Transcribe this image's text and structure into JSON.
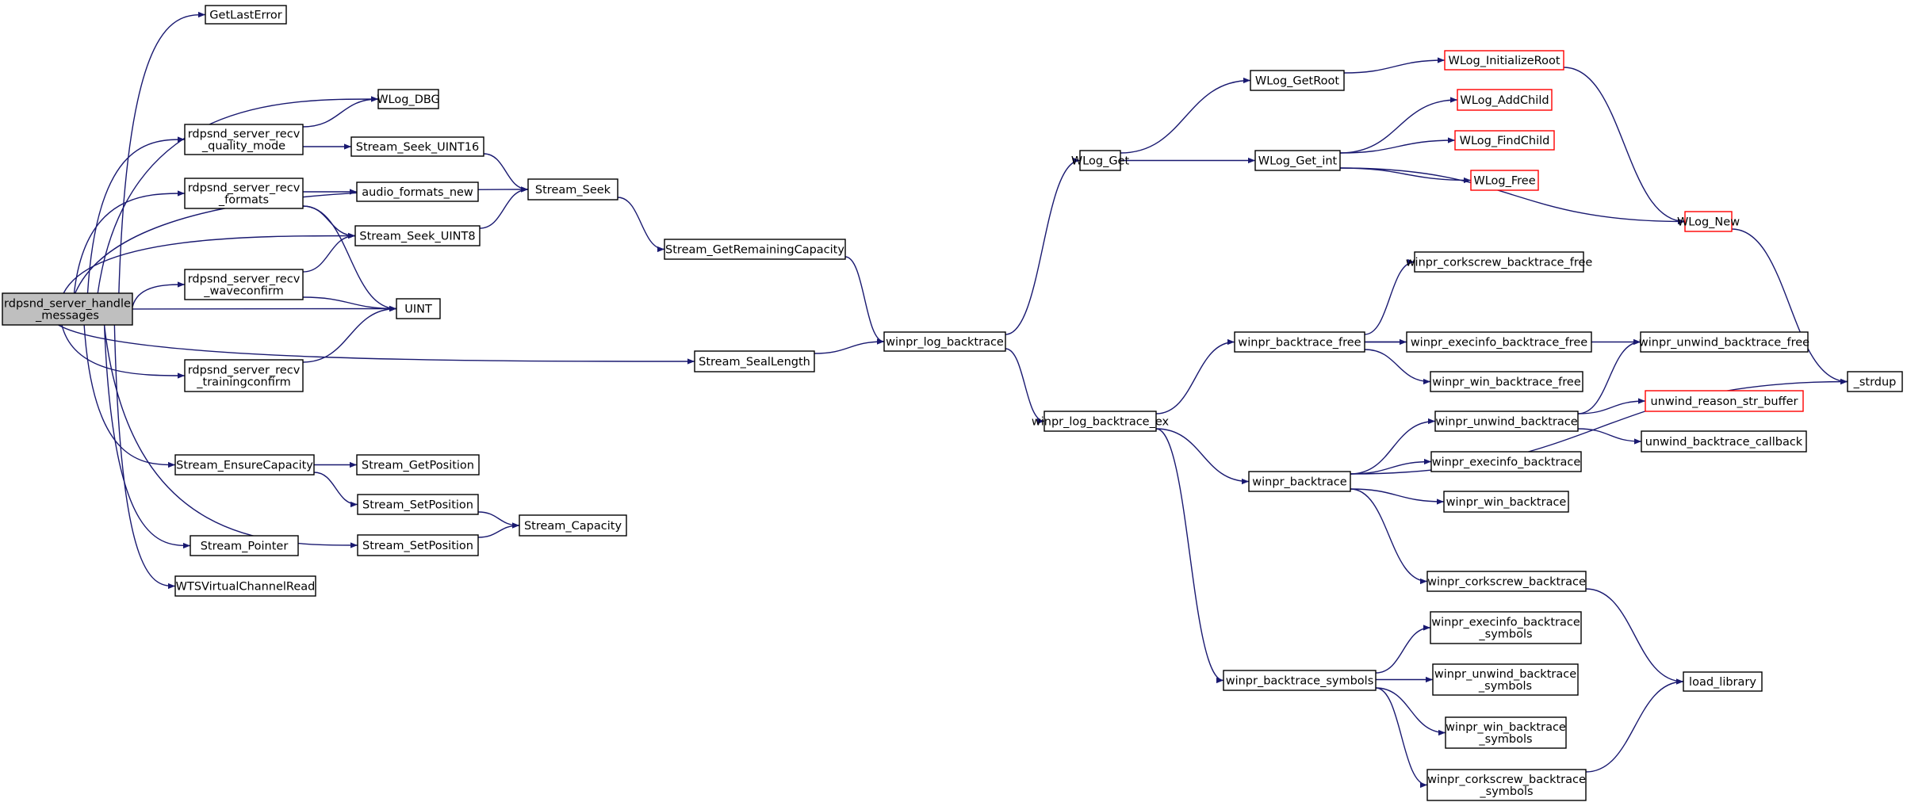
{
  "colors": {
    "edge": "#191970",
    "node_border": "#000000",
    "external_node_border": "#ff0000",
    "root_fill": "#bfbfbf",
    "node_fill": "#ffffff"
  },
  "nodes": {
    "root": [
      "rdpsnd_server_handle",
      "_messages"
    ],
    "getlasterror": [
      "GetLastError"
    ],
    "wlog_dbg": [
      "WLog_DBG"
    ],
    "recv_quality": [
      "rdpsnd_server_recv",
      "_quality_mode"
    ],
    "seek_uint16": [
      "Stream_Seek_UINT16"
    ],
    "stream_seek": [
      "Stream_Seek"
    ],
    "recv_formats": [
      "rdpsnd_server_recv",
      "_formats"
    ],
    "audio_formats_new": [
      "audio_formats_new"
    ],
    "seek_uint8": [
      "Stream_Seek_UINT8"
    ],
    "recv_waveconfirm": [
      "rdpsnd_server_recv",
      "_waveconfirm"
    ],
    "uint": [
      "UINT"
    ],
    "recv_training": [
      "rdpsnd_server_recv",
      "_trainingconfirm"
    ],
    "get_remaining": [
      "Stream_GetRemainingCapacity"
    ],
    "seal_length": [
      "Stream_SealLength"
    ],
    "log_backtrace": [
      "winpr_log_backtrace"
    ],
    "ensure_capacity": [
      "Stream_EnsureCapacity"
    ],
    "get_position": [
      "Stream_GetPosition"
    ],
    "set_position_a": [
      "Stream_SetPosition"
    ],
    "set_position_b": [
      "Stream_SetPosition"
    ],
    "capacity": [
      "Stream_Capacity"
    ],
    "pointer": [
      "Stream_Pointer"
    ],
    "wts_read": [
      "WTSVirtualChannelRead"
    ],
    "wlog_get": [
      "WLog_Get"
    ],
    "wlog_getroot": [
      "WLog_GetRoot"
    ],
    "wlog_init_root": [
      "WLog_InitializeRoot"
    ],
    "wlog_get_int": [
      "WLog_Get_int"
    ],
    "wlog_addchild": [
      "WLog_AddChild"
    ],
    "wlog_findchild": [
      "WLog_FindChild"
    ],
    "wlog_free": [
      "WLog_Free"
    ],
    "wlog_new": [
      "WLog_New"
    ],
    "log_backtrace_ex": [
      "winpr_log_backtrace_ex"
    ],
    "backtrace_free": [
      "winpr_backtrace_free"
    ],
    "corkscrew_free": [
      "winpr_corkscrew_backtrace_free"
    ],
    "execinfo_free": [
      "winpr_execinfo_backtrace_free"
    ],
    "unwind_free": [
      "winpr_unwind_backtrace_free"
    ],
    "win_free": [
      "winpr_win_backtrace_free"
    ],
    "strdup": [
      "_strdup"
    ],
    "unwind_backtrace": [
      "winpr_unwind_backtrace"
    ],
    "unwind_reason": [
      "unwind_reason_str_buffer"
    ],
    "unwind_callback": [
      "unwind_backtrace_callback"
    ],
    "backtrace": [
      "winpr_backtrace"
    ],
    "execinfo_backtrace": [
      "winpr_execinfo_backtrace"
    ],
    "win_backtrace": [
      "winpr_win_backtrace"
    ],
    "corkscrew_backtrace": [
      "winpr_corkscrew_backtrace"
    ],
    "backtrace_symbols": [
      "winpr_backtrace_symbols"
    ],
    "execinfo_symbols": [
      "winpr_execinfo_backtrace",
      "_symbols"
    ],
    "unwind_symbols": [
      "winpr_unwind_backtrace",
      "_symbols"
    ],
    "win_symbols": [
      "winpr_win_backtrace",
      "_symbols"
    ],
    "corkscrew_symbols": [
      "winpr_corkscrew_backtrace",
      "_symbols"
    ],
    "load_library": [
      "load_library"
    ]
  },
  "edges": [
    [
      "root",
      "getlasterror"
    ],
    [
      "root",
      "wlog_dbg"
    ],
    [
      "root",
      "stream_seek"
    ],
    [
      "root",
      "recv_quality"
    ],
    [
      "root",
      "recv_formats"
    ],
    [
      "root",
      "seek_uint8"
    ],
    [
      "root",
      "recv_waveconfirm"
    ],
    [
      "root",
      "uint"
    ],
    [
      "root",
      "recv_training"
    ],
    [
      "root",
      "seal_length"
    ],
    [
      "root",
      "ensure_capacity"
    ],
    [
      "root",
      "set_position_b"
    ],
    [
      "root",
      "pointer"
    ],
    [
      "root",
      "wts_read"
    ],
    [
      "recv_quality",
      "wlog_dbg"
    ],
    [
      "recv_quality",
      "seek_uint16"
    ],
    [
      "seek_uint16",
      "stream_seek"
    ],
    [
      "recv_formats",
      "audio_formats_new"
    ],
    [
      "recv_formats",
      "seek_uint8"
    ],
    [
      "recv_formats",
      "uint"
    ],
    [
      "seek_uint8",
      "stream_seek"
    ],
    [
      "recv_waveconfirm",
      "seek_uint8"
    ],
    [
      "recv_waveconfirm",
      "uint"
    ],
    [
      "recv_training",
      "uint"
    ],
    [
      "stream_seek",
      "get_remaining"
    ],
    [
      "get_remaining",
      "log_backtrace"
    ],
    [
      "seal_length",
      "log_backtrace"
    ],
    [
      "ensure_capacity",
      "get_position"
    ],
    [
      "ensure_capacity",
      "set_position_a"
    ],
    [
      "set_position_a",
      "capacity"
    ],
    [
      "set_position_b",
      "capacity"
    ],
    [
      "log_backtrace",
      "wlog_get"
    ],
    [
      "log_backtrace",
      "log_backtrace_ex"
    ],
    [
      "wlog_get",
      "wlog_getroot"
    ],
    [
      "wlog_get",
      "wlog_get_int"
    ],
    [
      "wlog_getroot",
      "wlog_init_root"
    ],
    [
      "wlog_init_root",
      "wlog_new"
    ],
    [
      "wlog_get_int",
      "wlog_addchild"
    ],
    [
      "wlog_get_int",
      "wlog_findchild"
    ],
    [
      "wlog_get_int",
      "wlog_free"
    ],
    [
      "wlog_get_int",
      "wlog_new"
    ],
    [
      "wlog_new",
      "strdup"
    ],
    [
      "log_backtrace_ex",
      "backtrace_free"
    ],
    [
      "log_backtrace_ex",
      "backtrace"
    ],
    [
      "log_backtrace_ex",
      "backtrace_symbols"
    ],
    [
      "backtrace_free",
      "corkscrew_free"
    ],
    [
      "backtrace_free",
      "execinfo_free"
    ],
    [
      "backtrace_free",
      "unwind_free"
    ],
    [
      "backtrace_free",
      "win_free"
    ],
    [
      "unwind_backtrace",
      "unwind_free"
    ],
    [
      "unwind_backtrace",
      "unwind_reason"
    ],
    [
      "unwind_backtrace",
      "unwind_callback"
    ],
    [
      "backtrace",
      "unwind_backtrace"
    ],
    [
      "backtrace",
      "execinfo_backtrace"
    ],
    [
      "backtrace",
      "win_backtrace"
    ],
    [
      "backtrace",
      "strdup"
    ],
    [
      "backtrace",
      "corkscrew_backtrace"
    ],
    [
      "corkscrew_backtrace",
      "load_library"
    ],
    [
      "backtrace_symbols",
      "execinfo_symbols"
    ],
    [
      "backtrace_symbols",
      "unwind_symbols"
    ],
    [
      "backtrace_symbols",
      "win_symbols"
    ],
    [
      "backtrace_symbols",
      "corkscrew_symbols"
    ],
    [
      "corkscrew_symbols",
      "load_library"
    ]
  ]
}
